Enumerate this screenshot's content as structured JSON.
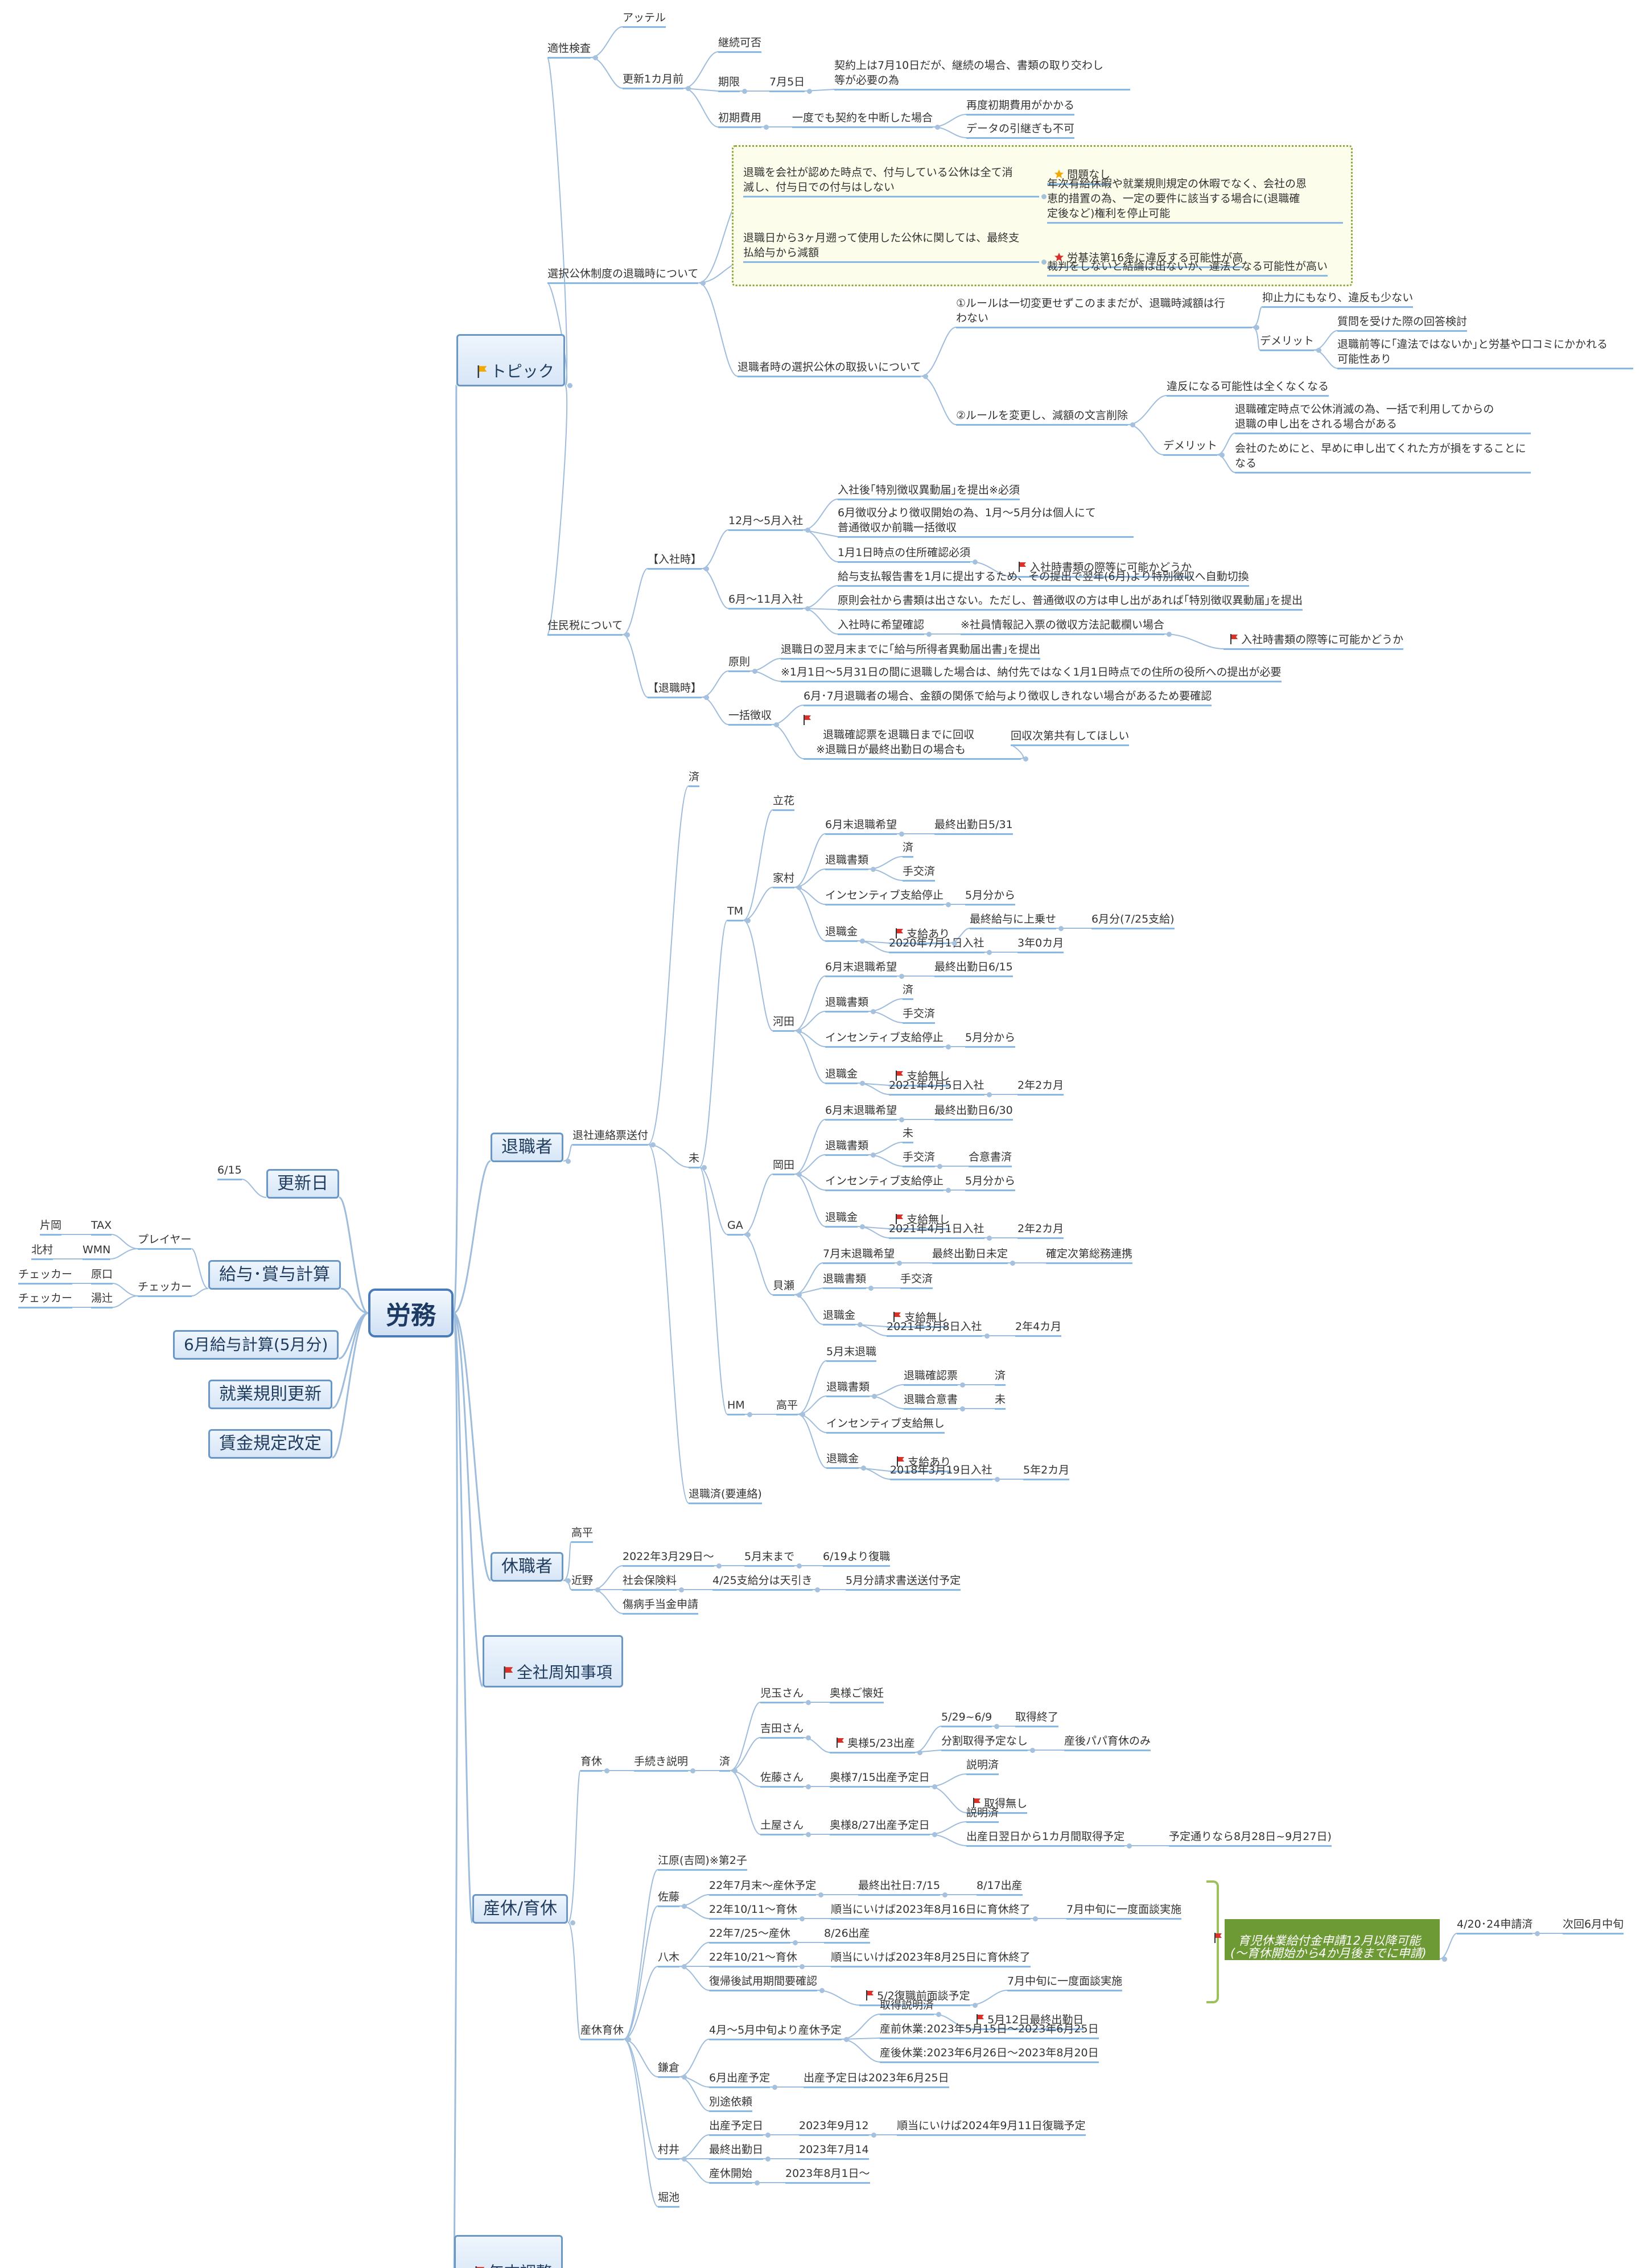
{
  "root": "労務",
  "main": {
    "topic": "トピック",
    "retiree": "退職者",
    "leave": "休職者",
    "notice": "全社周知事項",
    "maternity": "産休/育休",
    "yearend": "年末調整",
    "update_date": "更新日",
    "payroll": "給与･賞与計算",
    "june_payroll": "6月給与計算(5月分)",
    "work_rules": "就業規則更新",
    "wage_rules": "賃金規定改定"
  },
  "left": {
    "update_val": "6/15",
    "player": "プレイヤー",
    "checker": "チェッカー",
    "tax": "TAX",
    "wmn": "WMN",
    "katayama": "片岡",
    "kitamura": "北村",
    "haraguchi": "原口",
    "yutsuji": "湯辻",
    "checker1": "チェッカー",
    "checker2": "チェッカー"
  },
  "topic": {
    "aptitude": "適性検査",
    "artel": "アッテル",
    "renew": "更新1カ月前",
    "continue": "継続可否",
    "period": "期限",
    "jul5": "7月5日",
    "contract_note": "契約上は7月10日だが、継続の場合、書類の取り交わし\n等が必要の為",
    "initial": "初期費用",
    "once": "一度でも契約を中断した場合",
    "again": "再度初期費用がかかる",
    "data_lost": "データの引継ぎも不可",
    "retire_sys": "選択公休制度の退職時について",
    "note1": "退職を会社が認めた時点で、付与している公休は全て消\n滅し、付与日での付与はしない",
    "note2": "退職日から3ヶ月遡って使用した公休に関しては、最終支\n払給与から減額",
    "no_problem": "問題なし",
    "annual": "年次有給休暇や就業規則規定の休暇でなく、会社の恩\n恵的措置の為、一定の要件に該当する場合に(退職確\n定後など)権利を停止可能",
    "violation": "労基法第16条に違反する可能性が高",
    "court": "裁判をしないと結論は出ないが、違法となる可能性が高い",
    "handling": "退職者時の選択公休の取扱いについて",
    "rule1": "①ルールは一切変更せずこのままだが、退職時減額は行\nわない",
    "deterrent": "抑止力にもなり、違反も少ない",
    "demerit": "デメリット",
    "q_answer": "質問を受けた際の回答検討",
    "illegal": "退職前等に｢違法ではないか｣と労基や口コミにかかれる\n可能性あり",
    "rule2": "②ルールを変更し、減額の文言削除",
    "no_violation": "違反になる可能性は全くなくなる",
    "demerit2": "デメリット",
    "mass_use": "退職確定時点で公休消滅の為、一括で利用してからの\n退職の申し出をされる場合がある",
    "early": "会社のためにと、早めに申し出てくれた方が損をすることに\nなる",
    "resident": "住民税について",
    "join": "【入社時】",
    "dec_may": "12月～5月入社",
    "special": "入社後｢特別徴収異動届｣を提出※必須",
    "june_start": "6月徴収分より徴収開始の為、1月～5月分は個人にて\n普通徴収か前職一括徴収",
    "jan1": "1月1日時点の住所確認必須",
    "check1": "入社時書類の際等に可能かどうか",
    "jun_nov": "6月～11月入社",
    "report": "給与支払報告書を1月に提出するため、その提出で翌年(6月)より特別徴収へ自動切換",
    "prev": "原則会社から書類は出さない。ただし、普通徴収の方は申し出があれば｢特別徴収異動届｣を提出",
    "hope": "入社時に希望確認",
    "form": "※社員情報記入票の徴収方法記載欄い場合",
    "check2": "入社時書類の際等に可能かどうか",
    "leave_time": "【退職時】",
    "principle": "原則",
    "next_month": "退職日の翌月末までに｢給与所得者異動届出書｣を提出",
    "jan_may": "※1月1日～5月31日の間に退職した場合は、納付先ではなく1月1日時点での住所の役所への提出が必要",
    "lump": "一括徴収",
    "june_july": "6月･7月退職者の場合、金額の関係で給与より徴収しきれない場合があるため要確認",
    "collect": "退職確認票を退職日までに回収\n※退職日が最終出勤日の場合も",
    "collect_share": "回収次第共有してほしい"
  },
  "retiree": {
    "send": "退社連絡票送付",
    "done": "済",
    "pending": "未",
    "done_contact": "退職済(要連絡)",
    "tm": "TM",
    "ga": "GA",
    "hm": "HM",
    "tachibana": "立花",
    "iemura": "家村",
    "kawata": "河田",
    "okada": "岡田",
    "kaizuka": "貝瀬",
    "takahira": "高平",
    "ie_end": "6月末退職希望",
    "ie_last": "最終出勤日5/31",
    "docs": "退職書類",
    "docs_done": "済",
    "hand_done": "手交済",
    "incentive": "インセンティブ支給停止",
    "from_may": "5月分から",
    "severance": "退職金",
    "paid": "支給あり",
    "final_add": "最終給与に上乗せ",
    "jun_pay": "6月分(7/25支給)",
    "ie_join": "2020年7月1日入社",
    "ie_years": "3年0カ月",
    "ka_end": "6月末退職希望",
    "ka_last": "最終出勤日6/15",
    "ka_docs_done": "済",
    "ka_hand": "手交済",
    "ka_from": "5月分から",
    "none": "支給無し",
    "ka_join": "2021年4月5日入社",
    "ka_years": "2年2カ月",
    "ok_end": "6月末退職希望",
    "ok_last": "最終出勤日6/30",
    "ok_pending": "未",
    "ok_hand": "手交済",
    "agree": "合意書済",
    "ok_from": "5月分から",
    "ok_none": "支給無し",
    "ok_join": "2021年4月1日入社",
    "ok_years": "2年2カ月",
    "kai_end": "7月末退職希望",
    "kai_last": "最終出勤日未定",
    "kai_next": "確定次第総務連携",
    "kai_hand": "手交済",
    "kai_none": "支給無し",
    "kai_join": "2021年3月8日入社",
    "kai_years": "2年4カ月",
    "ta_end": "5月末退職",
    "ta_confirm": "退職確認票",
    "ta_confirm_done": "済",
    "ta_agree": "退職合意書",
    "ta_agree_pending": "未",
    "ta_incentive": "インセンティブ支給無し",
    "ta_paid": "支給あり",
    "ta_join": "2018年3月19日入社",
    "ta_years": "5年2カ月"
  },
  "leave": {
    "takahira": "高平",
    "chikano": "近野",
    "from": "2022年3月29日～",
    "until": "5月末まで",
    "return": "6/19より復職",
    "insurance": "社会保険料",
    "deduct": "4/25支給分は天引き",
    "bill": "5月分請求書送送付予定",
    "sick": "傷病手当金申請"
  },
  "maternity": {
    "ikukyu": "育休",
    "explain": "手続き説明",
    "done": "済",
    "kodama": "児玉さん",
    "kodama_w": "奥様ご懐妊",
    "yoshida": "吉田さん",
    "yoshida_w": "奥様5/23出産",
    "yoshida_p": "5/29~6/9",
    "taken": "取得終了",
    "split": "分割取得予定なし",
    "after": "産後パパ育休のみ",
    "sato": "佐藤さん",
    "sato_w": "奥様7/15出産予定日",
    "explained": "説明済",
    "canceled": "取得無し",
    "doya": "土屋さん",
    "doya_w": "奥様8/27出産予定日",
    "explained2": "説明済",
    "doya_plan": "出産日翌日から1カ月間取得予定",
    "doya_sched": "予定通りなら8月28日~9月27日)",
    "sankyu": "産休育休",
    "ehara": "江原(吉岡)※第2子",
    "sato2": "佐藤",
    "s_pre": "22年7月末～産休予定",
    "s_last": "最終出社日:7/15",
    "s_birth": "8/17出産",
    "s_ik": "22年10/11～育休",
    "s_ret": "順当にいけば2023年8月16日に育休終了",
    "s_meet": "7月中旬に一度面談実施",
    "yagi": "八木",
    "y_pre": "22年7/25～産休",
    "y_birth": "8/26出産",
    "y_ik": "22年10/21～育休",
    "y_ret": "順当にいけば2023年8月25日に育休終了",
    "y_trial": "復帰後試用期間要確認",
    "y_meet": "5/2復職前面談予定",
    "y_meet2": "7月中旬に一度面談実施",
    "kamakura": "鎌倉",
    "k_plan": "4月～5月中旬より産休予定",
    "k_taken": "取得説明済",
    "k_last": "5月12日最終出勤日",
    "k_pre": "産前休業:2023年5月15日〜2023年6月25日",
    "k_post": "産後休業:2023年6月26日〜2023年8月20日",
    "k_due": "6月出産予定",
    "k_due2": "出産予定日は2023年6月25日",
    "k_other": "別途依頼",
    "murai": "村井",
    "m_due": "出産予定日",
    "m_due2": "2023年9月12",
    "m_ret": "順当にいけば2024年9月11日復職予定",
    "m_last": "最終出勤日",
    "m_last2": "2023年7月14",
    "m_start": "産休開始",
    "m_start2": "2023年8月1日～",
    "horiike": "堀池",
    "green_box": "育児休業給付金申請12月以降可能\n(～育休開始から4か月後までに申請)\n12月申請",
    "apr": "4/20･24申請済",
    "next": "次回6月中旬"
  },
  "colors": {
    "line": "#9ebcdc",
    "branch": "#88b8e6",
    "main_border": "#6a97c6",
    "flag": "#d8322b",
    "star": "#f2a900"
  }
}
